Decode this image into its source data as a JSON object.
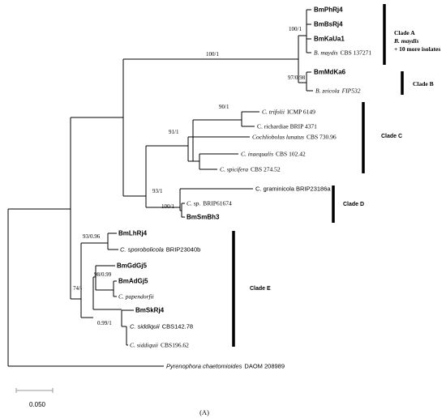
{
  "taxa": {
    "bmphrj4": "BmPhRj4",
    "bmbsrj4": "BmBsRj4",
    "bmkaua1": "BmKaUa1",
    "bmaydis_genus": "B. maydis",
    "bmaydis_strain": "CBS 137271",
    "bmmdka6": "BmMdKa6",
    "bzeicola_genus": "B. zeicola",
    "bzeicola_strain": "FIP532",
    "ctrifolii_genus": "C. trifolii",
    "ctrifolii_strain": "ICMP 6149",
    "crichardiae": "C. richardiae BRIP 4371",
    "cochliobolus_genus": "Cochliobolus lunatus",
    "cochliobolus_strain": "CBS 730.96",
    "cinaequalis_genus": "C. inaequalis",
    "cinaequalis_strain": "CBS 102.42",
    "cspicifera_genus": "C. spicifera",
    "cspicifera_strain": "CBS 274.52",
    "cgraminicola": "C. graminicola BRIP23186a",
    "csp_genus": "C. sp.",
    "csp_strain": "BRIP61674",
    "bmsmbh3": "BmSmBh3",
    "bmlhrj4": "BmLhRj4",
    "csporobolicola_genus": "C. sporobolicola",
    "csporobolicola_strain": "BRIP23040b",
    "bmgdgj5": "BmGdGj5",
    "bmadgj5": "BmAdGj5",
    "cpapendorfii": "C. papendorfii",
    "bmskrj4": "BmSkRj4",
    "csiddiquii1_genus": "C. siddiquii",
    "csiddiquii1_strain": "CBS142.78",
    "csiddiquii2_genus": "C. siddiquii",
    "csiddiquii2_strain": "CBS196.62",
    "pyrenophora_genus": "Pyrenophora chaetomioides",
    "pyrenophora_strain": "DAOM 208989"
  },
  "support": {
    "s1": "100/1",
    "s2": "100/1",
    "s3": "97/0.98",
    "s4": "90/1",
    "s5": "91/1",
    "s6": "93/1",
    "s7": "100/1",
    "s8": "93/0.96",
    "s9": "98/0.99",
    "s10": "74/-",
    "s11": "0.99/1"
  },
  "clades": {
    "a_title": "Clade A",
    "a_line2": "B. maydis",
    "a_line3": "+ 10 more isolates",
    "b": "Clade B",
    "c": "Clade C",
    "d": "Clade D",
    "e": "Clade E"
  },
  "scale_label": "0.050",
  "panel_label": "(A)"
}
